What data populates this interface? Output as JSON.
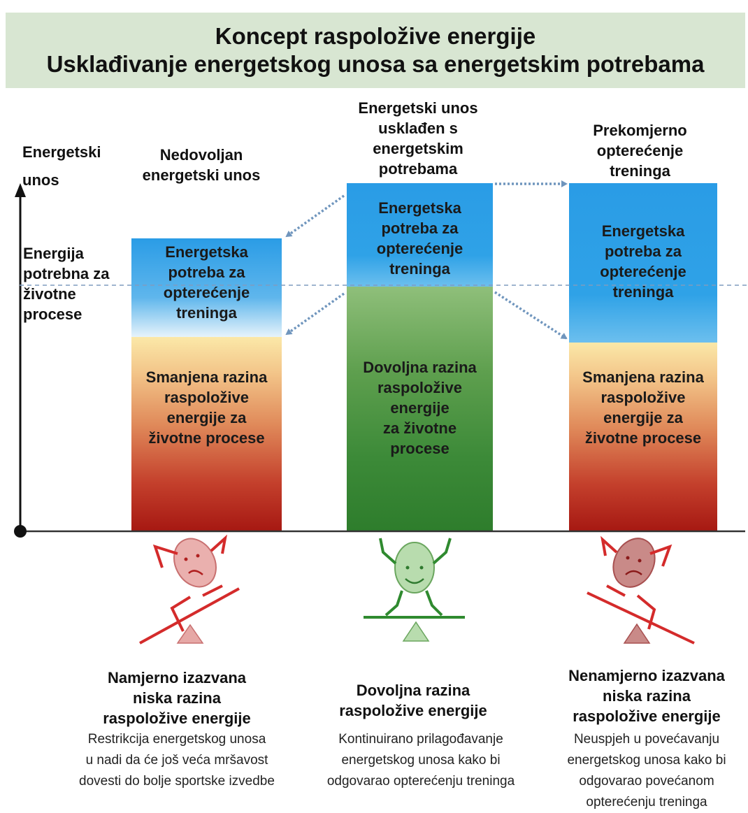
{
  "header": {
    "line1": "Koncept raspoložive energije",
    "line2": "Usklađivanje energetskog unosa sa energetskim potrebama"
  },
  "axis": {
    "y_label": "Energetski\nunos",
    "baseline_label": "Energija\npotrebna za\nživotne\nprocese"
  },
  "columns": [
    {
      "heading": "Nedovoljan\nenergetski unos",
      "top_segment": "Energetska\npotreba za\nopterećenje\ntreninga",
      "bottom_segment": "Smanjena razina\nraspoložive\nenergije za\nživotne procese",
      "caption_title": "Namjerno izazvana\nniska razina\nraspoložive energije",
      "caption_body": "Restrikcija energetskog unosa\nu nadi da će još veća mršavost\ndovesti do bolje sportske izvedbe",
      "figure": "unhappy-figure-on-tilted-seesaw-icon"
    },
    {
      "heading": "Energetski unos\nusklađen s\nenergetskim\npotrebama",
      "top_segment": "Energetska\npotreba za\nopterećenje\ntreninga",
      "bottom_segment": "Dovoljna razina\nraspoložive\nenergije\nza životne\nprocese",
      "caption_title": "Dovoljna razina\nraspoložive energije",
      "caption_body": "Kontinuirano prilagođavanje\nenergetskog unosa kako bi\nodgovarao opterećenju treninga",
      "figure": "happy-figure-on-balanced-seesaw-icon"
    },
    {
      "heading": "Prekomjerno\nopterećenje\ntreninga",
      "top_segment": "Energetska\npotreba za\nopterećenje\ntreninga",
      "bottom_segment": "Smanjena razina\nraspoložive\nenergije za\nživotne procese",
      "caption_title": "Nenamjerno izazvana\nniska razina\nraspoložive energije",
      "caption_body": "Neuspjeh u povećavanju\nenergetskog unosa kako bi\nodgovarao povećanom\nopterećenju treninga",
      "figure": "unhappy-figure-on-tilted-seesaw-icon"
    }
  ],
  "colors": {
    "banner": "#d8e6d2",
    "need_blue": "#2a9ce6",
    "low_energy_red": "#a61812",
    "sufficient_green": "#2e7d2c",
    "unhappy_figure": "#d42b2b",
    "happy_figure": "#2f8a2f",
    "arrow": "#6f95bd"
  }
}
